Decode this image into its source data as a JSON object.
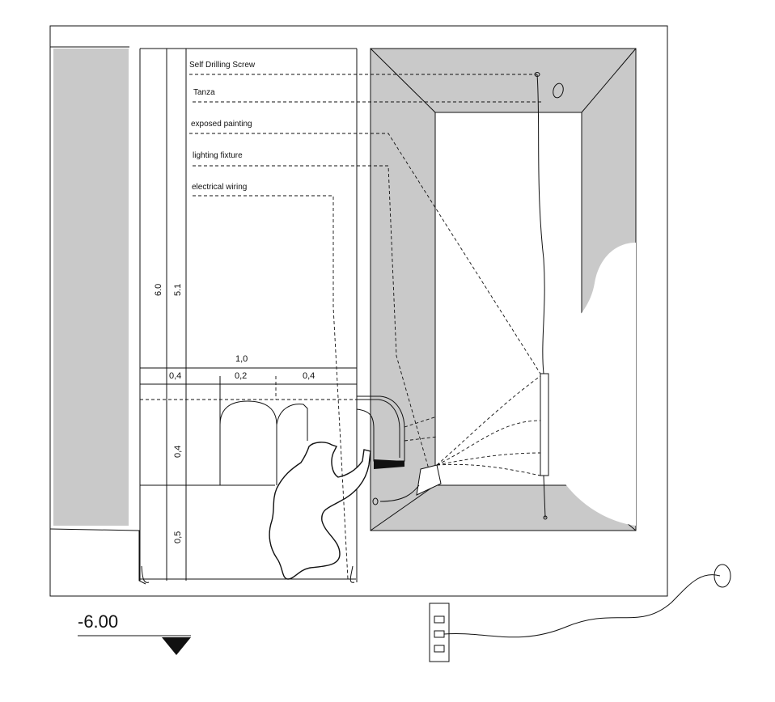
{
  "annotations": [
    "Self Drilling Screw",
    "Tanza",
    "exposed painting",
    "lighting fixture",
    "electrical wiring"
  ],
  "dimensions": {
    "total_height": "6.0",
    "upper_height": "5.1",
    "width_total": "1,0",
    "width_left": "0,4",
    "width_mid": "0,2",
    "width_right": "0,4",
    "lower_mid": "0,4",
    "lower_base": "0,5"
  },
  "level": "-6.00",
  "colors": {
    "wall_fill": "#c9c9c9",
    "line": "#111111",
    "background": "#ffffff"
  }
}
